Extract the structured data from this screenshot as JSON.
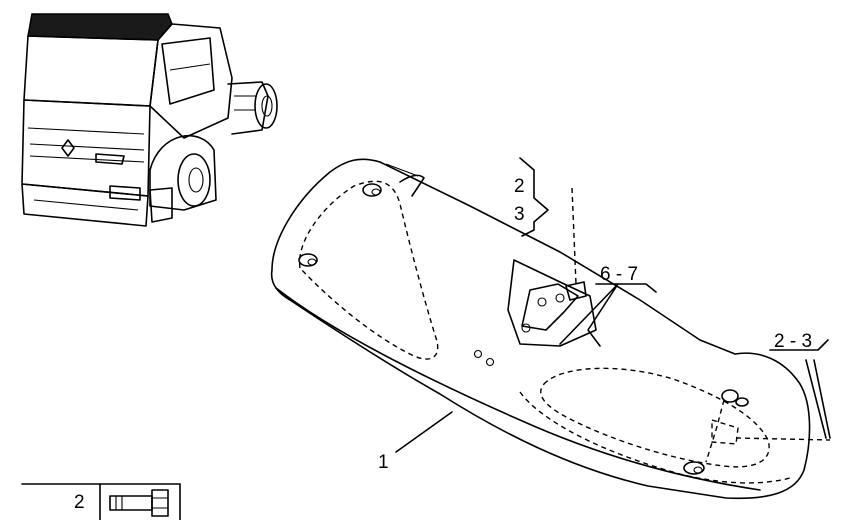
{
  "callouts": {
    "part_1": "1",
    "top_2": "2",
    "top_3": "3",
    "mid_6_7": "6 - 7",
    "right_2_3": "2 - 3"
  },
  "legend": {
    "row_1_number": "2"
  },
  "icons": {
    "truck": "truck-cab-illustration",
    "part": "roof-spoiler-deflector",
    "bolt": "bolt-icon"
  }
}
